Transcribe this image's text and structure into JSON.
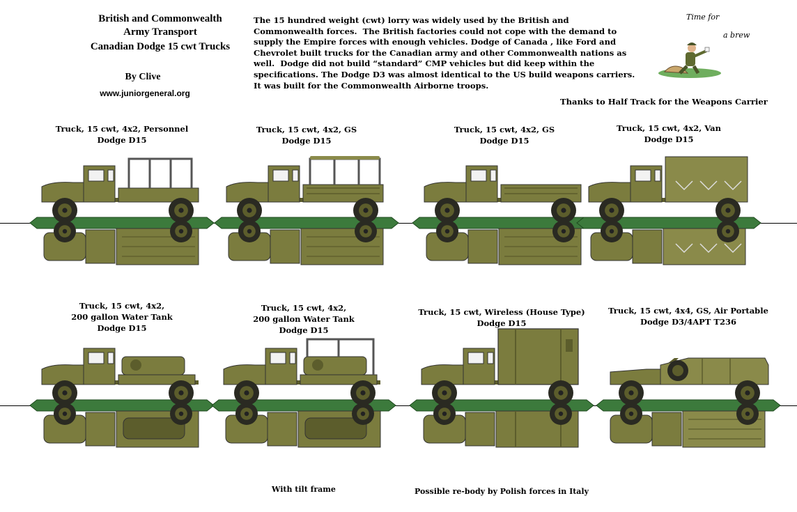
{
  "header": {
    "title_line1": "British and Commonwealth",
    "title_line2": "Army Transport",
    "title_line3": "Canadian Dodge 15 cwt Trucks",
    "author": "By Clive",
    "website": "www.juniorgeneral.org"
  },
  "intro": {
    "text": "The 15 hundred weight (cwt) lorry was widely used by the British and\nCommonwealth forces.  The British factories could not cope with the demand to\nsupply the Empire forces with enough vehicles. Dodge of Canada , like Ford and\nChevrolet built trucks for the Canadian army and other Commonwealth nations as\nwell.  Dodge did not build “standard” CMP vehicles but did keep within the\nspecifications. The Dodge D3 was almost identical to the US build weapons carriers.\nIt was built for the Commonwealth Airborne troops.",
    "thanks": "Thanks to Half Track for the Weapons Carrier"
  },
  "brew": {
    "line1": "Time for",
    "line2": "a brew"
  },
  "vehicles": [
    {
      "caption": "Truck, 15 cwt, 4x2, Personnel\nDodge D15",
      "type": "personnel"
    },
    {
      "caption": "Truck, 15 cwt, 4x2, GS\nDodge D15",
      "type": "gs_tilt"
    },
    {
      "caption": "Truck, 15 cwt, 4x2, GS\nDodge D15",
      "type": "gs"
    },
    {
      "caption": "Truck, 15 cwt, 4x2, Van\nDodge D15",
      "type": "van"
    },
    {
      "caption": "Truck, 15 cwt, 4x2,\n200 gallon Water Tank\nDodge D15",
      "type": "water"
    },
    {
      "caption": "Truck, 15 cwt, 4x2,\n200 gallon Water Tank\nDodge D15",
      "type": "water_frame",
      "note": "With tilt frame"
    },
    {
      "caption": "Truck, 15 cwt, Wireless (House Type)\nDodge D15",
      "type": "wireless",
      "note": "Possible re-body by Polish forces in Italy"
    },
    {
      "caption": "Truck, 15 cwt, 4x4, GS, Air Portable\nDodge D3/4APT T236",
      "type": "d3"
    }
  ],
  "colors": {
    "olive": "#7b7c3e",
    "olive_dark": "#5c5d2c",
    "canvas": "#8a8a4a",
    "base_green": "#3c7a3c",
    "tyre": "#2a2a22"
  }
}
